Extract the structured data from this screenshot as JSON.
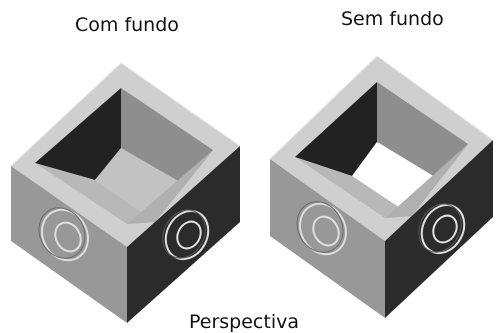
{
  "labels": {
    "left": "Com fundo",
    "right": "Sem fundo",
    "bottom": "Perspectiva"
  },
  "colors": {
    "top_rim": "#cfcfcf",
    "left_face": "#989898",
    "right_face": "#2b2b2b",
    "inner_dark": "#222222",
    "inner_light": "#8e8e8e",
    "floor": "#c2c2c2",
    "hole": "#ffffff"
  }
}
